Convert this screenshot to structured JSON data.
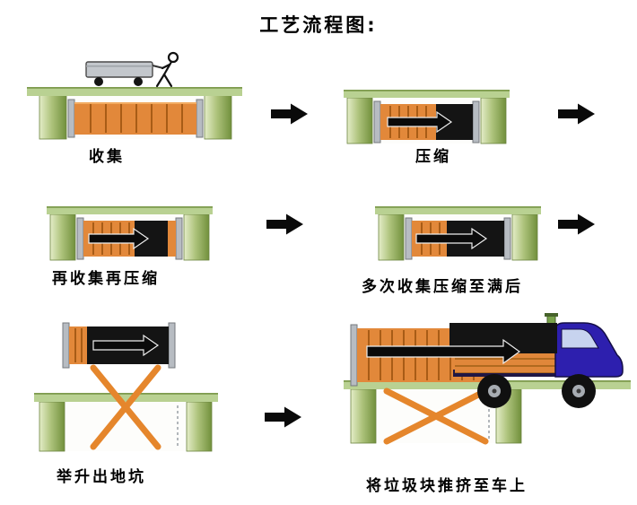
{
  "title": "工艺流程图:",
  "steps": [
    {
      "id": "collect",
      "label": "收集"
    },
    {
      "id": "compress",
      "label": "压缩"
    },
    {
      "id": "recollect_recompress",
      "label": "再收集再压缩"
    },
    {
      "id": "repeat_until_full",
      "label": "多次收集压缩至满后"
    },
    {
      "id": "lift_out_of_pit",
      "label": "举升出地坑"
    },
    {
      "id": "push_block_onto_truck",
      "label": "将垃圾块推挤至车上"
    }
  ],
  "colors": {
    "ground_green": "#b9d192",
    "ground_edge": "#7e9c4e",
    "container_orange": "#e2883a",
    "compressed_block": "#141414",
    "lift_orange": "#e5862c",
    "truck_blue": "#2d1fae",
    "arrow_black": "#0a0a0a"
  }
}
